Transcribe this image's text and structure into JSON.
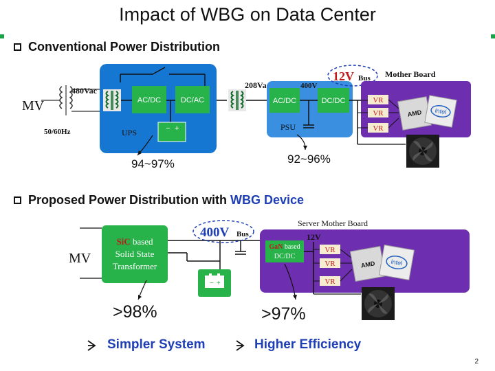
{
  "title": "Impact of WBG on Data Center",
  "section1": {
    "heading": "Conventional Power Distribution",
    "mv": "MV",
    "v480": "480Vac",
    "freq": "50/60Hz",
    "acdc": "AC/DC",
    "dcac": "DC/AC",
    "ups": "UPS",
    "v208": "208Vac",
    "v400": "400V",
    "acdc2": "AC/DC",
    "dcdc": "DC/DC",
    "psu": "PSU",
    "bus12": "12V",
    "bus": "Bus",
    "mother_board": "Mother Board",
    "vr1": "VR",
    "vr2": "VR",
    "vr3": "VR",
    "eff_ups": "94~97%",
    "eff_psu": "92~96%",
    "amd": "AMD",
    "intel": "intel"
  },
  "section2": {
    "heading_part1": "Proposed Power Distribution with",
    "heading_part2": "WBG Device",
    "mv": "MV",
    "sic": "SiC",
    "based": "based",
    "solid_state": "Solid State",
    "transformer": "Transformer",
    "bus400": "400V",
    "bus": "Bus",
    "server_board": "Server Mother Board",
    "v12": "12V",
    "gan": "GaN",
    "gan_based": "based",
    "dcdc": "DC/DC",
    "vr1": "VR",
    "vr2": "VR",
    "vr3": "VR",
    "eff_sst": ">98%",
    "eff_dc": ">97%",
    "amd": "AMD",
    "intel": "intel"
  },
  "features": [
    "Simpler System",
    "Higher Efficiency"
  ],
  "page_number": "2",
  "colors": {
    "ups_box": "#1677d2",
    "sub_box": "#3a8fe0",
    "green": "#27b24a",
    "purple": "#6e2eb0",
    "vr_fill": "#f6ecd0",
    "vr_text": "#c01a1a",
    "accent_blue": "#1f3fb5"
  }
}
